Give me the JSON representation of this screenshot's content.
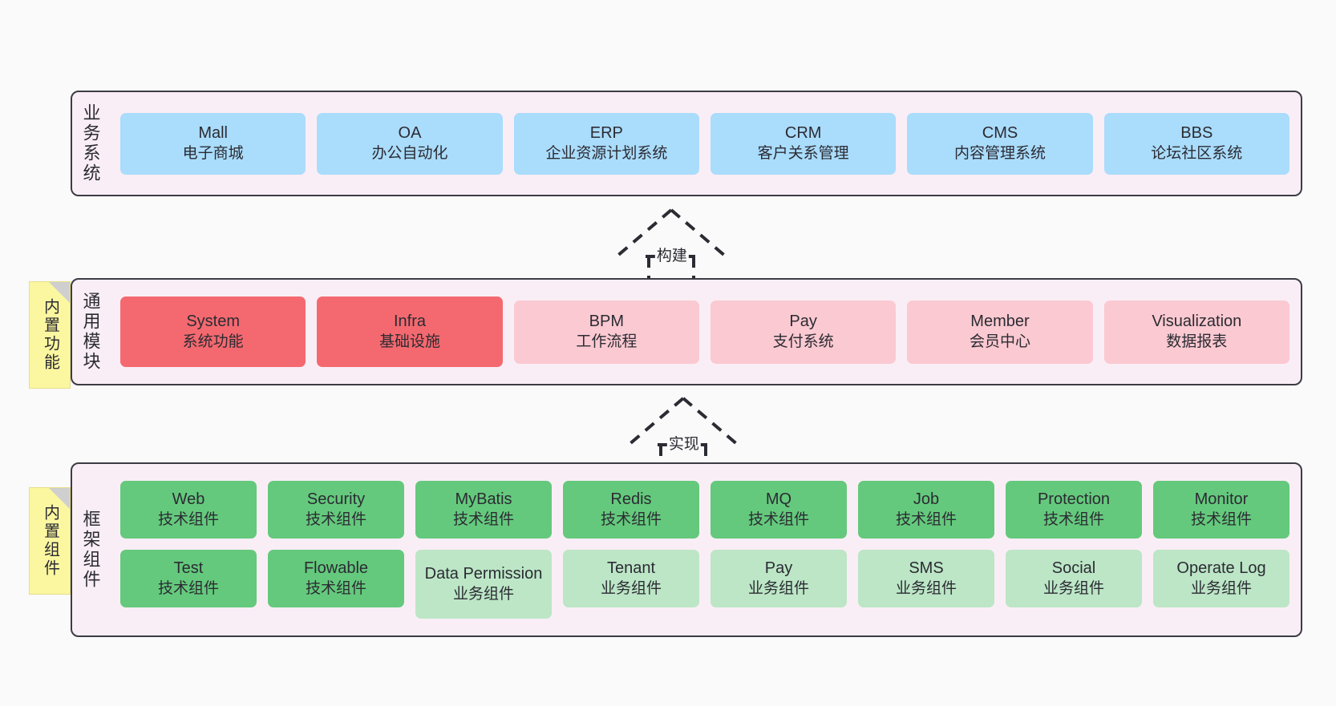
{
  "layers": [
    {
      "key": "business",
      "title": "业务系统",
      "cards": [
        {
          "en": "Mall",
          "cn": "电子商城"
        },
        {
          "en": "OA",
          "cn": "办公自动化"
        },
        {
          "en": "ERP",
          "cn": "企业资源计划系统"
        },
        {
          "en": "CRM",
          "cn": "客户关系管理"
        },
        {
          "en": "CMS",
          "cn": "内容管理系统"
        },
        {
          "en": "BBS",
          "cn": "论坛社区系统"
        }
      ]
    },
    {
      "key": "modules",
      "title": "通用模块",
      "sticky": "内置功能",
      "cards": [
        {
          "en": "System",
          "cn": "系统功能",
          "style": "solid"
        },
        {
          "en": "Infra",
          "cn": "基础设施",
          "style": "solid"
        },
        {
          "en": "BPM",
          "cn": "工作流程",
          "style": "soft"
        },
        {
          "en": "Pay",
          "cn": "支付系统",
          "style": "soft"
        },
        {
          "en": "Member",
          "cn": "会员中心",
          "style": "soft"
        },
        {
          "en": "Visualization",
          "cn": "数据报表",
          "style": "soft"
        }
      ]
    },
    {
      "key": "framework",
      "title": "框架组件",
      "sticky": "内置组件",
      "row1": [
        {
          "en": "Web",
          "cn": "技术组件",
          "style": "dark"
        },
        {
          "en": "Security",
          "cn": "技术组件",
          "style": "dark"
        },
        {
          "en": "MyBatis",
          "cn": "技术组件",
          "style": "dark"
        },
        {
          "en": "Redis",
          "cn": "技术组件",
          "style": "dark"
        },
        {
          "en": "MQ",
          "cn": "技术组件",
          "style": "dark"
        },
        {
          "en": "Job",
          "cn": "技术组件",
          "style": "dark"
        },
        {
          "en": "Protection",
          "cn": "技术组件",
          "style": "dark"
        },
        {
          "en": "Monitor",
          "cn": "技术组件",
          "style": "dark"
        }
      ],
      "row2": [
        {
          "en": "Test",
          "cn": "技术组件",
          "style": "dark"
        },
        {
          "en": "Flowable",
          "cn": "技术组件",
          "style": "dark"
        },
        {
          "en": "Data Permission",
          "cn": "业务组件",
          "style": "soft",
          "tall": true
        },
        {
          "en": "Tenant",
          "cn": "业务组件",
          "style": "soft"
        },
        {
          "en": "Pay",
          "cn": "业务组件",
          "style": "soft"
        },
        {
          "en": "SMS",
          "cn": "业务组件",
          "style": "soft"
        },
        {
          "en": "Social",
          "cn": "业务组件",
          "style": "soft"
        },
        {
          "en": "Operate Log",
          "cn": "业务组件",
          "style": "soft"
        }
      ]
    }
  ],
  "connectors": [
    {
      "key": "build",
      "label": "构建"
    },
    {
      "key": "implement",
      "label": "实现"
    }
  ],
  "colors": {
    "canvas_background": "#fafafa",
    "layer_background": "#faeef6",
    "layer_border": "#3c3c44",
    "business_card": "#aadcfb",
    "module_solid": "#f4696f",
    "module_soft": "#fbc9d1",
    "component_dark": "#64c97c",
    "component_soft": "#bce6c6",
    "sticky_note": "#fbf7a0",
    "sticky_fold": "#cfcfcf",
    "text": "#2b2b33"
  }
}
